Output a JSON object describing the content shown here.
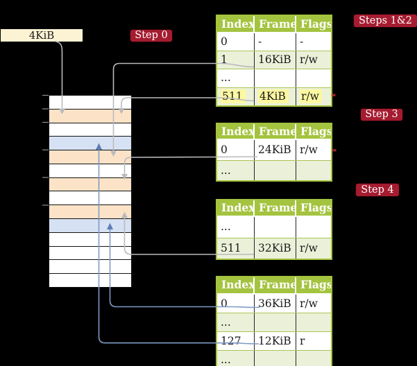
{
  "palette": {
    "bg": "#000000",
    "badge_red": "#a51c30",
    "header_green": "#a4c33f",
    "row_green": "#ebf1d9",
    "separator_green": "#a9c455",
    "frame_peach": "#fce3c7",
    "frame_blue": "#d6e2f3",
    "highlight_yellow": "#fdf8a1",
    "cream": "#fcf3d4",
    "arrow_gray": "#b9babe",
    "arrow_blue": "#7e9bc7",
    "arrow_blue_head": "#5f7db4",
    "tick_gray": "#909090",
    "ink": "#1a1a1a"
  },
  "labels": {
    "page_size": "4KiB"
  },
  "badges": {
    "step0": "Step 0",
    "steps12": "Steps 1&2",
    "step3": "Step 3",
    "step4": "Step 4"
  },
  "memory": {
    "rows": [
      "white",
      "peach",
      "white",
      "blue",
      "peach",
      "white",
      "peach",
      "white",
      "peach",
      "blue",
      "white",
      "white",
      "white",
      "white"
    ]
  },
  "tables": [
    {
      "headers": [
        "Index",
        "Frame",
        "Flags"
      ],
      "rows": [
        {
          "cells": [
            "0",
            "-",
            "-"
          ],
          "shade": false,
          "highlight": false
        },
        {
          "cells": [
            "1",
            "16KiB",
            "r/w"
          ],
          "shade": true,
          "highlight": false
        },
        {
          "cells": [
            "...",
            "",
            ""
          ],
          "shade": false,
          "highlight": false
        },
        {
          "cells": [
            "511",
            "4KiB",
            "r/w"
          ],
          "shade": true,
          "highlight": true
        }
      ]
    },
    {
      "headers": [
        "Index",
        "Frame",
        "Flags"
      ],
      "rows": [
        {
          "cells": [
            "0",
            "24KiB",
            "r/w"
          ],
          "shade": false,
          "highlight": false
        },
        {
          "cells": [
            "...",
            "",
            ""
          ],
          "shade": true,
          "highlight": false
        }
      ]
    },
    {
      "headers": [
        "Index",
        "Frame",
        "Flags"
      ],
      "rows": [
        {
          "cells": [
            "...",
            "",
            ""
          ],
          "shade": false,
          "highlight": false
        },
        {
          "cells": [
            "511",
            "32KiB",
            "r/w"
          ],
          "shade": true,
          "highlight": false
        }
      ]
    },
    {
      "headers": [
        "Index",
        "Frame",
        "Flags"
      ],
      "rows": [
        {
          "cells": [
            "0",
            "36KiB",
            "r/w"
          ],
          "shade": false,
          "highlight": false
        },
        {
          "cells": [
            "...",
            "",
            ""
          ],
          "shade": true,
          "highlight": false
        },
        {
          "cells": [
            "127",
            "12KiB",
            "r"
          ],
          "shade": false,
          "highlight": false
        },
        {
          "cells": [
            "...",
            "",
            ""
          ],
          "shade": true,
          "highlight": false
        }
      ]
    }
  ]
}
